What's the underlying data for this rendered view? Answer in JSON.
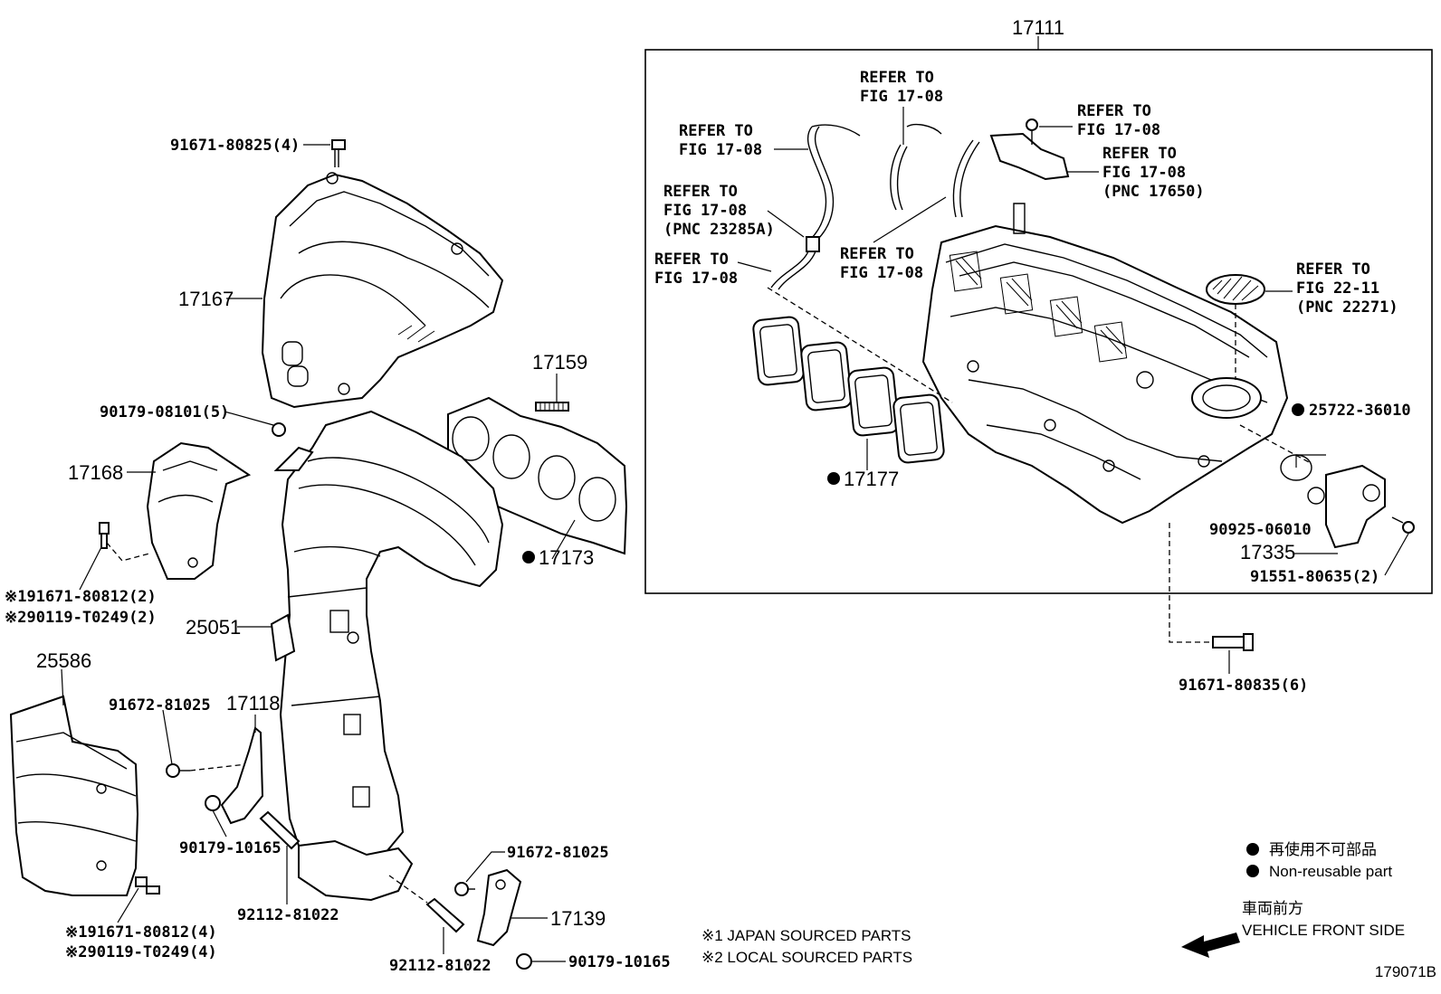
{
  "diagram": {
    "figure_id": "179071B",
    "callouts": {
      "p17111": "17111",
      "refer_hose_left": [
        "REFER TO",
        "FIG 17-08"
      ],
      "refer_pnc23285a": [
        "REFER TO",
        "FIG 17-08",
        "(PNC 23285A)"
      ],
      "refer_lower_left": [
        "REFER TO",
        "FIG 17-08"
      ],
      "refer_top_center": [
        "REFER TO",
        "FIG 17-08"
      ],
      "refer_mid_center": [
        "REFER TO",
        "FIG 17-08"
      ],
      "refer_top_right": [
        "REFER TO",
        "FIG 17-08"
      ],
      "refer_pnc17650": [
        "REFER TO",
        "FIG 17-08",
        "(PNC 17650)"
      ],
      "refer_pnc22271": [
        "REFER TO",
        "FIG 22-11",
        "(PNC 22271)"
      ],
      "p25722_36010": "25722-36010",
      "p90925_06010": "90925-06010",
      "p17335": "17335",
      "p91551_80635": "91551-80635(2)",
      "p91671_80835": "91671-80835(6)",
      "p17177": "17177",
      "p91671_80825": "91671-80825(4)",
      "p17167": "17167",
      "p17159": "17159",
      "p90179_08101": "90179-08101(5)",
      "p17168": "17168",
      "p17173": "17173",
      "p91671_80812_a": "※191671-80812(2)",
      "p90119_t0249_a": "※290119-T0249(2)",
      "p25051": "25051",
      "p25586": "25586",
      "p91672_81025_a": "91672-81025",
      "p17118": "17118",
      "p90179_10165_a": "90179-10165",
      "p92112_81022_a": "92112-81022",
      "p91671_80812_b": "※191671-80812(4)",
      "p90119_t0249_b": "※290119-T0249(4)",
      "p91672_81025_b": "91672-81025",
      "p17139": "17139",
      "p92112_81022_b": "92112-81022",
      "p90179_10165_b": "90179-10165"
    },
    "notes": {
      "japan_sourced": "※1 JAPAN SOURCED PARTS",
      "local_sourced": "※2 LOCAL SOURCED PARTS",
      "legend_jp": "再使用不可部品",
      "legend_en": "Non-reusable part",
      "front_jp": "車両前方",
      "front_en": "VEHICLE FRONT SIDE"
    }
  }
}
